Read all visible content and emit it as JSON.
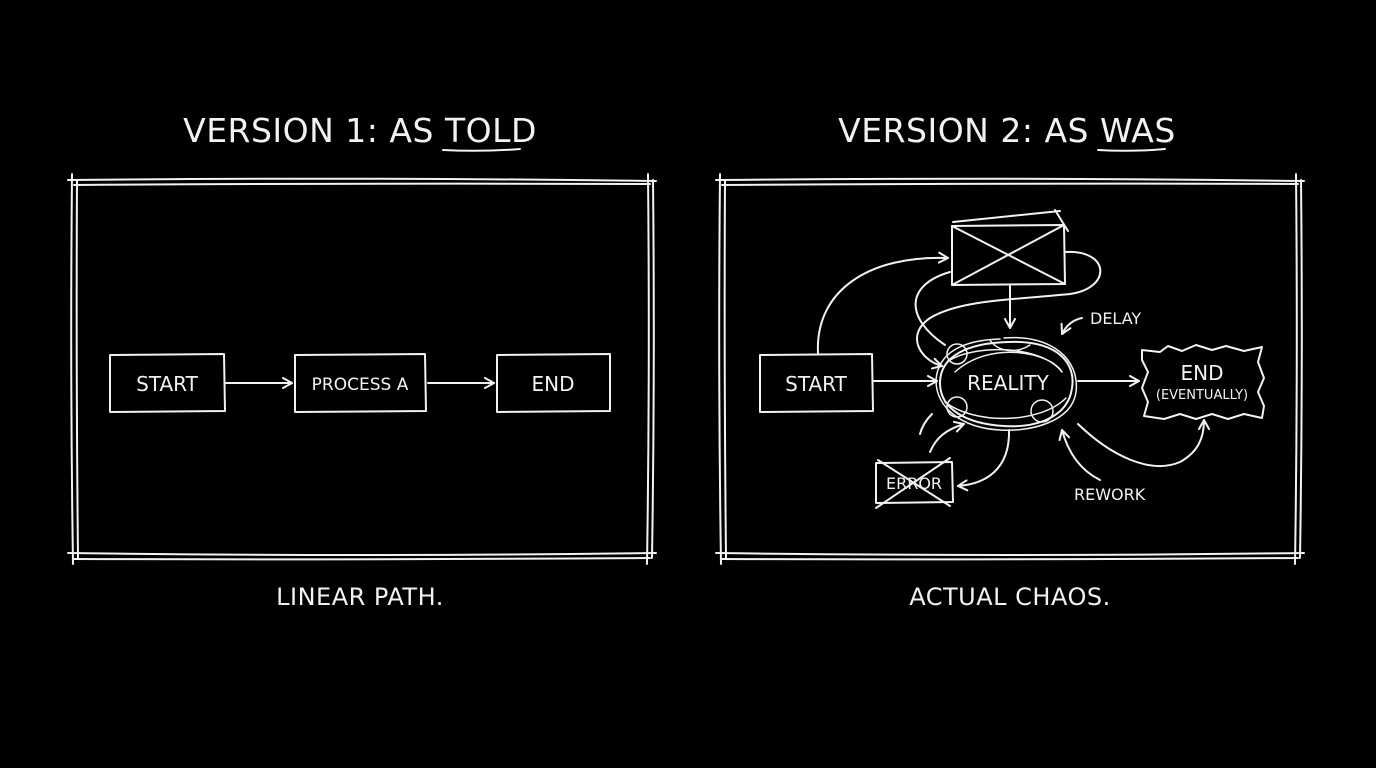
{
  "left": {
    "title_prefix": "VERSION 1: AS ",
    "title_emph": "TOLD",
    "caption": "LINEAR PATH.",
    "nodes": {
      "start": "START",
      "process": "PROCESS A",
      "end": "END"
    }
  },
  "right": {
    "title_prefix": "VERSION 2: AS ",
    "title_emph": "WAS",
    "caption": "ACTUAL CHAOS.",
    "nodes": {
      "start": "START",
      "reality": "REALITY",
      "end": "END",
      "end_note": "(EVENTUALLY)",
      "error": "ERROR"
    },
    "labels": {
      "delay": "DELAY",
      "rework": "REWORK"
    }
  }
}
